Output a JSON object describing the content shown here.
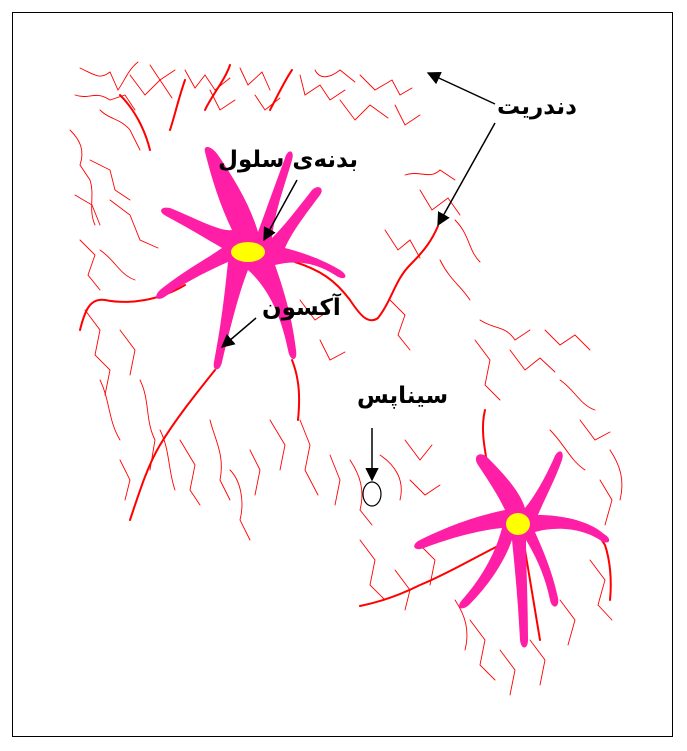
{
  "labels": {
    "dendrite": "دندریت",
    "cell_body": "بدنه‌ی سلول",
    "axon": "آکسون",
    "synapse": "سیناپس"
  },
  "colors": {
    "branch": "#ff0000",
    "soma": "#ff1fa6",
    "nucleus": "#ffff00",
    "frame": "#000000",
    "arrow": "#000000"
  }
}
